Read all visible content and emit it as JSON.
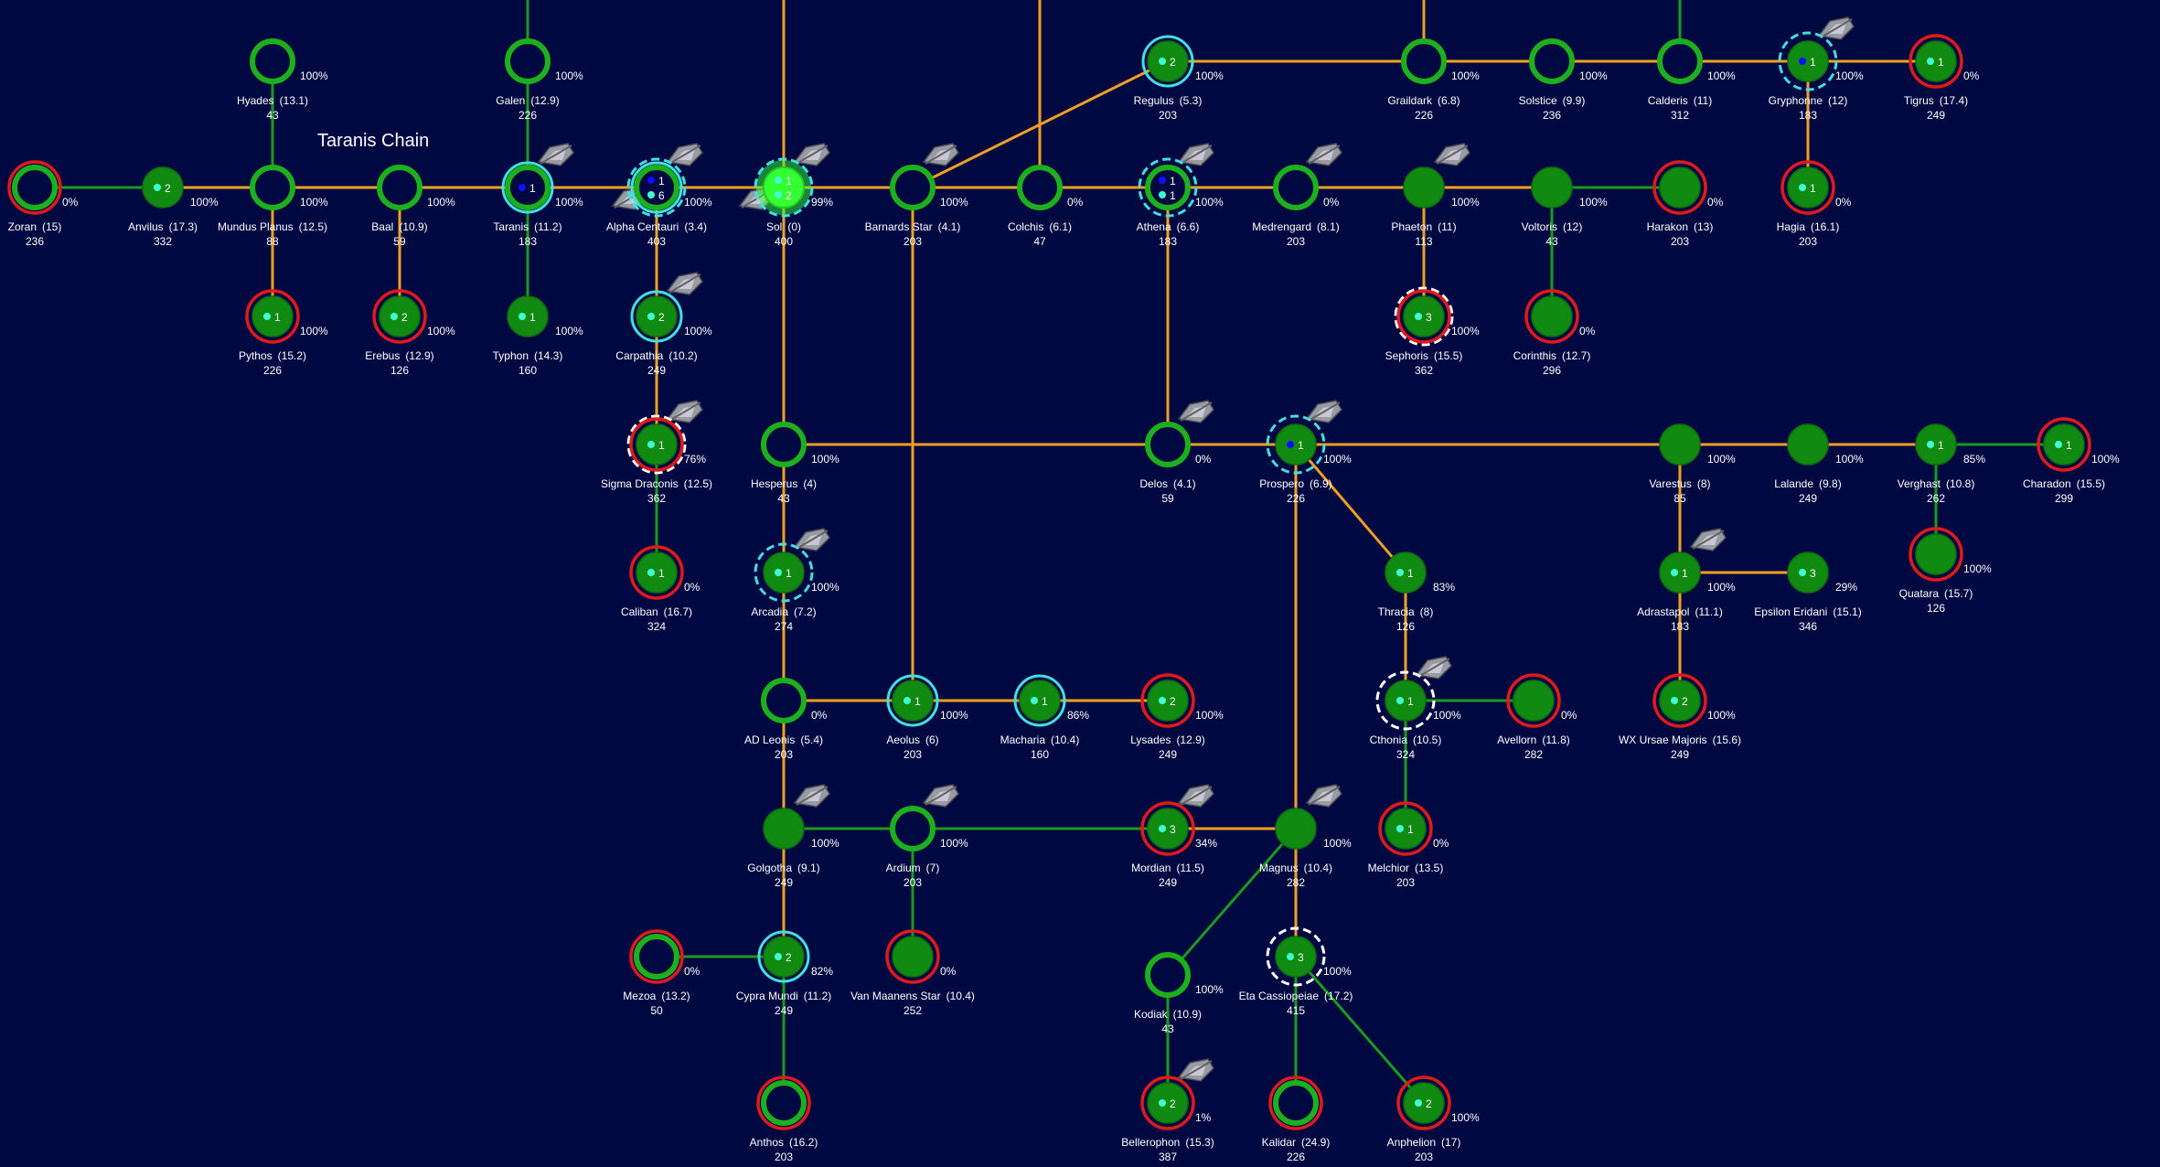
{
  "map_title": "Taranis Chain",
  "colors": {
    "background": "#000842",
    "lane_gold": "#f0a020",
    "lane_green": "#1a9a1a",
    "planet_fill": "#108a10",
    "planet_ring": "#1db01d",
    "owned_ring": "#e01a1a",
    "highlight_ring": "#40e0e0",
    "home_fill": "#33ff33",
    "label_text": "#ffffff",
    "pct_text": "#ffffff"
  },
  "systems": [
    {
      "id": "zoran",
      "name": "Zoran",
      "val": "(15)",
      "pop": "236",
      "pct": "0%",
      "ring": "red",
      "fill": "hollow"
    },
    {
      "id": "anvilus",
      "name": "Anvilus",
      "val": "(17.3)",
      "pop": "332",
      "pct": "100%",
      "fill": "solid",
      "fleet": "2"
    },
    {
      "id": "mundus",
      "name": "Mundus Planus",
      "val": "(12.5)",
      "pop": "88",
      "pct": "100%",
      "fill": "hollow"
    },
    {
      "id": "baal",
      "name": "Baal",
      "val": "(10.9)",
      "pop": "59",
      "pct": "100%",
      "fill": "hollow"
    },
    {
      "id": "taranis",
      "name": "Taranis",
      "val": "(11.2)",
      "pop": "183",
      "pct": "100%",
      "fill": "hollow",
      "ring": "cyan",
      "fleet": "1",
      "blue": true,
      "ship": true
    },
    {
      "id": "alphacen",
      "name": "Alpha Centauri",
      "val": "(3.4)",
      "pop": "403",
      "pct": "100%",
      "fill": "hollow",
      "ring": "cyan",
      "dash": "cyan",
      "fleet": "1",
      "fleet2": "6",
      "blue": true,
      "ship": true,
      "ship2": true
    },
    {
      "id": "sol",
      "name": "Sol",
      "val": "(0)",
      "pop": "400",
      "pct": "99%",
      "fill": "home",
      "dash": "cyan",
      "fleet": "1",
      "fleet2": "2",
      "ship": true,
      "ship2": true
    },
    {
      "id": "barnards",
      "name": "Barnards Star",
      "val": "(4.1)",
      "pop": "203",
      "pct": "100%",
      "fill": "hollow",
      "ship": true
    },
    {
      "id": "colchis",
      "name": "Colchis",
      "val": "(6.1)",
      "pop": "47",
      "pct": "0%",
      "fill": "hollow"
    },
    {
      "id": "athena",
      "name": "Athena",
      "val": "(6.6)",
      "pop": "183",
      "pct": "100%",
      "fill": "hollow",
      "dash": "cyan",
      "fleet": "1",
      "fleet2": "1",
      "blue": true,
      "ship": true
    },
    {
      "id": "medrengard",
      "name": "Medrengard",
      "val": "(8.1)",
      "pop": "203",
      "pct": "0%",
      "fill": "hollow",
      "ship": true
    },
    {
      "id": "phaeton",
      "name": "Phaeton",
      "val": "(11)",
      "pop": "113",
      "pct": "100%",
      "fill": "solid",
      "ship": true
    },
    {
      "id": "voltoris",
      "name": "Voltoris",
      "val": "(12)",
      "pop": "43",
      "pct": "100%",
      "fill": "solid"
    },
    {
      "id": "harakon",
      "name": "Harakon",
      "val": "(13)",
      "pop": "203",
      "pct": "0%",
      "ring": "red",
      "fill": "solid"
    },
    {
      "id": "hyades",
      "name": "Hyades",
      "val": "(13.1)",
      "pop": "43",
      "pct": "100%",
      "fill": "hollow"
    },
    {
      "id": "galen",
      "name": "Galen",
      "val": "(12.9)",
      "pop": "226",
      "pct": "100%",
      "fill": "hollow"
    },
    {
      "id": "regulus",
      "name": "Regulus",
      "val": "(5.3)",
      "pop": "203",
      "pct": "100%",
      "fill": "solid",
      "ring": "cyan",
      "fleet": "2"
    },
    {
      "id": "graildark",
      "name": "Graildark",
      "val": "(6.8)",
      "pop": "226",
      "pct": "100%",
      "fill": "hollow"
    },
    {
      "id": "solstice",
      "name": "Solstice",
      "val": "(9.9)",
      "pop": "236",
      "pct": "100%",
      "fill": "hollow"
    },
    {
      "id": "calderis",
      "name": "Calderis",
      "val": "(11)",
      "pop": "312",
      "pct": "100%",
      "fill": "hollow"
    },
    {
      "id": "gryphonne",
      "name": "Gryphonne",
      "val": "(12)",
      "pop": "183",
      "pct": "100%",
      "fill": "solid",
      "dash": "cyan",
      "fleet": "1",
      "blue": true,
      "ship": true
    },
    {
      "id": "tigrus",
      "name": "Tigrus",
      "val": "(17.4)",
      "pop": "249",
      "pct": "0%",
      "ring": "red",
      "fill": "solid",
      "fleet": "1"
    },
    {
      "id": "hagia",
      "name": "Hagia",
      "val": "(16.1)",
      "pop": "203",
      "pct": "0%",
      "ring": "red",
      "fill": "solid",
      "fleet": "1"
    },
    {
      "id": "pythos",
      "name": "Pythos",
      "val": "(15.2)",
      "pop": "226",
      "pct": "100%",
      "ring": "red",
      "fill": "solid",
      "fleet": "1"
    },
    {
      "id": "erebus",
      "name": "Erebus",
      "val": "(12.9)",
      "pop": "126",
      "pct": "100%",
      "ring": "red",
      "fill": "solid",
      "fleet": "2"
    },
    {
      "id": "typhon",
      "name": "Typhon",
      "val": "(14.3)",
      "pop": "160",
      "pct": "100%",
      "fill": "solid",
      "fleet": "1"
    },
    {
      "id": "carpathia",
      "name": "Carpathia",
      "val": "(10.2)",
      "pop": "249",
      "pct": "100%",
      "fill": "solid",
      "ring": "cyan",
      "fleet": "2",
      "ship": true
    },
    {
      "id": "sephoris",
      "name": "Sephoris",
      "val": "(15.5)",
      "pop": "362",
      "pct": "100%",
      "ring": "red",
      "dash": "white",
      "fill": "solid",
      "fleet": "3"
    },
    {
      "id": "corinthis",
      "name": "Corinthis",
      "val": "(12.7)",
      "pop": "296",
      "pct": "0%",
      "ring": "red",
      "fill": "solid"
    },
    {
      "id": "sigma",
      "name": "Sigma Draconis",
      "val": "(12.5)",
      "pop": "362",
      "pct": "76%",
      "ring": "red",
      "dash": "white",
      "fill": "solid",
      "fleet": "1",
      "ship": true
    },
    {
      "id": "hesperus",
      "name": "Hesperus",
      "val": "(4)",
      "pop": "43",
      "pct": "100%",
      "fill": "hollow"
    },
    {
      "id": "delos",
      "name": "Delos",
      "val": "(4.1)",
      "pop": "59",
      "pct": "0%",
      "fill": "hollow",
      "ship": true
    },
    {
      "id": "prospero",
      "name": "Prospero",
      "val": "(6.9)",
      "pop": "226",
      "pct": "100%",
      "fill": "solid",
      "dash": "cyan",
      "fleet": "1",
      "blue": true,
      "ship": true
    },
    {
      "id": "varestus",
      "name": "Varestus",
      "val": "(8)",
      "pop": "85",
      "pct": "100%",
      "fill": "solid"
    },
    {
      "id": "lalande",
      "name": "Lalande",
      "val": "(9.8)",
      "pop": "249",
      "pct": "100%",
      "fill": "solid"
    },
    {
      "id": "verghast",
      "name": "Verghast",
      "val": "(10.8)",
      "pop": "262",
      "pct": "85%",
      "fill": "solid",
      "fleet": "1"
    },
    {
      "id": "charadon",
      "name": "Charadon",
      "val": "(15.5)",
      "pop": "299",
      "pct": "100%",
      "ring": "red",
      "fill": "solid",
      "fleet": "1"
    },
    {
      "id": "caliban",
      "name": "Caliban",
      "val": "(16.7)",
      "pop": "324",
      "pct": "0%",
      "ring": "red",
      "fill": "solid",
      "fleet": "1"
    },
    {
      "id": "arcadia",
      "name": "Arcadia",
      "val": "(7.2)",
      "pop": "274",
      "pct": "100%",
      "fill": "solid",
      "dash": "cyan",
      "fleet": "1",
      "ship": true
    },
    {
      "id": "thracia",
      "name": "Thracia",
      "val": "(8)",
      "pop": "126",
      "pct": "83%",
      "fill": "solid",
      "fleet": "1"
    },
    {
      "id": "adrastapol",
      "name": "Adrastapol",
      "val": "(11.1)",
      "pop": "183",
      "pct": "100%",
      "fill": "solid",
      "fleet": "1",
      "ship": true
    },
    {
      "id": "epsilon",
      "name": "Epsilon Eridani",
      "val": "(15.1)",
      "pop": "346",
      "pct": "29%",
      "fill": "solid",
      "fleet": "3"
    },
    {
      "id": "quatara",
      "name": "Quatara",
      "val": "(15.7)",
      "pop": "126",
      "pct": "100%",
      "ring": "red",
      "fill": "solid"
    },
    {
      "id": "adleonis",
      "name": "AD Leonis",
      "val": "(5.4)",
      "pop": "203",
      "pct": "0%",
      "fill": "hollow"
    },
    {
      "id": "aeolus",
      "name": "Aeolus",
      "val": "(6)",
      "pop": "203",
      "pct": "100%",
      "fill": "solid",
      "ring": "cyan",
      "fleet": "1"
    },
    {
      "id": "macharia",
      "name": "Macharia",
      "val": "(10.4)",
      "pop": "160",
      "pct": "86%",
      "fill": "solid",
      "ring": "cyan",
      "fleet": "1"
    },
    {
      "id": "lysades",
      "name": "Lysades",
      "val": "(12.9)",
      "pop": "249",
      "pct": "100%",
      "ring": "red",
      "fill": "solid",
      "fleet": "2"
    },
    {
      "id": "cthonia",
      "name": "Cthonia",
      "val": "(10.5)",
      "pop": "324",
      "pct": "100%",
      "fill": "solid",
      "dash": "white",
      "fleet": "1",
      "ship": true
    },
    {
      "id": "avellorn",
      "name": "Avellorn",
      "val": "(11.8)",
      "pop": "282",
      "pct": "0%",
      "ring": "red",
      "fill": "solid"
    },
    {
      "id": "wxursae",
      "name": "WX Ursae Majoris",
      "val": "(15.6)",
      "pop": "249",
      "pct": "100%",
      "ring": "red",
      "fill": "solid",
      "fleet": "2"
    },
    {
      "id": "golgotha",
      "name": "Golgotha",
      "val": "(9.1)",
      "pop": "249",
      "pct": "100%",
      "fill": "solid",
      "ship": true
    },
    {
      "id": "ardium",
      "name": "Ardium",
      "val": "(7)",
      "pop": "203",
      "pct": "100%",
      "fill": "hollow",
      "ship": true
    },
    {
      "id": "mordian",
      "name": "Mordian",
      "val": "(11.5)",
      "pop": "249",
      "pct": "34%",
      "ring": "red",
      "fill": "solid",
      "fleet": "3",
      "ship": true
    },
    {
      "id": "magnus",
      "name": "Magnus",
      "val": "(10.4)",
      "pop": "282",
      "pct": "100%",
      "fill": "solid",
      "ship": true
    },
    {
      "id": "melchior",
      "name": "Melchior",
      "val": "(13.5)",
      "pop": "203",
      "pct": "0%",
      "ring": "red",
      "fill": "solid",
      "fleet": "1"
    },
    {
      "id": "mezoa",
      "name": "Mezoa",
      "val": "(13.2)",
      "pop": "50",
      "pct": "0%",
      "ring": "red",
      "fill": "hollow"
    },
    {
      "id": "cypra",
      "name": "Cypra Mundi",
      "val": "(11.2)",
      "pop": "249",
      "pct": "82%",
      "fill": "solid",
      "ring": "cyan",
      "fleet": "2"
    },
    {
      "id": "vanmaanen",
      "name": "Van Maanens Star",
      "val": "(10.4)",
      "pop": "252",
      "pct": "0%",
      "ring": "red",
      "fill": "solid"
    },
    {
      "id": "kodiak",
      "name": "Kodiak",
      "val": "(10.9)",
      "pop": "43",
      "pct": "100%",
      "fill": "hollow"
    },
    {
      "id": "etacas",
      "name": "Eta Cassiopeiae",
      "val": "(17.2)",
      "pop": "415",
      "pct": "100%",
      "fill": "solid",
      "dash": "white",
      "fleet": "3"
    },
    {
      "id": "anthos",
      "name": "Anthos",
      "val": "(16.2)",
      "pop": "203",
      "pct": "",
      "ring": "red",
      "fill": "hollow"
    },
    {
      "id": "bellerophon",
      "name": "Bellerophon",
      "val": "(15.3)",
      "pop": "387",
      "pct": "1%",
      "ring": "red",
      "fill": "solid",
      "fleet": "2",
      "ship": true
    },
    {
      "id": "kalidar",
      "name": "Kalidar",
      "val": "(24.9)",
      "pop": "226",
      "pct": "",
      "ring": "red",
      "fill": "hollow"
    },
    {
      "id": "anphelion",
      "name": "Anphelion",
      "val": "(17)",
      "pop": "203",
      "pct": "100%",
      "ring": "red",
      "fill": "solid",
      "fleet": "2"
    }
  ]
}
